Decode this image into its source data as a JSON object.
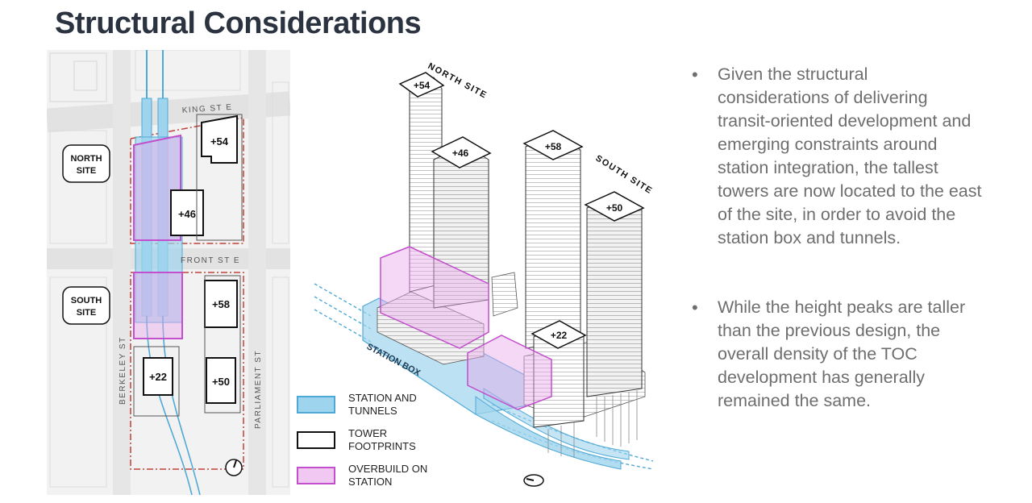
{
  "title": "Structural Considerations",
  "map": {
    "street_king": "KING ST E",
    "street_front": "FRONT ST E",
    "street_berkeley": "BERKELEY ST",
    "street_parliament": "PARLIAMENT ST",
    "north_site_line1": "NORTH",
    "north_site_line2": "SITE",
    "south_site_line1": "SOUTH",
    "south_site_line2": "SITE",
    "tower_54": "+54",
    "tower_46": "+46",
    "tower_58": "+58",
    "tower_22": "+22",
    "tower_50": "+50"
  },
  "iso": {
    "north_site": "NORTH SITE",
    "south_site": "SOUTH SITE",
    "station_box": "STATION BOX",
    "tower_54": "+54",
    "tower_46": "+46",
    "tower_58": "+58",
    "tower_50": "+50",
    "tower_22": "+22"
  },
  "legend": {
    "station_line1": "STATION AND",
    "station_line2": "TUNNELS",
    "tower_line1": "TOWER",
    "tower_line2": "FOOTPRINTS",
    "overbuild_line1": "OVERBUILD ON",
    "overbuild_line2": "STATION"
  },
  "colors": {
    "station": "#9fd4ee",
    "station_stroke": "#4fa9d6",
    "overbuild": "#e8a8ec",
    "overbuild_stroke": "#c24fcc",
    "title": "#2b3340",
    "body_text": "#6e6e6e"
  },
  "bullets": [
    "Given the structural considerations of delivering transit-oriented development and emerging constraints around station integration, the tallest towers are now located to the east of the site, in order to avoid the station box and tunnels.",
    "While the height peaks are taller than the previous design, the overall density of the TOC development has generally remained the same."
  ]
}
